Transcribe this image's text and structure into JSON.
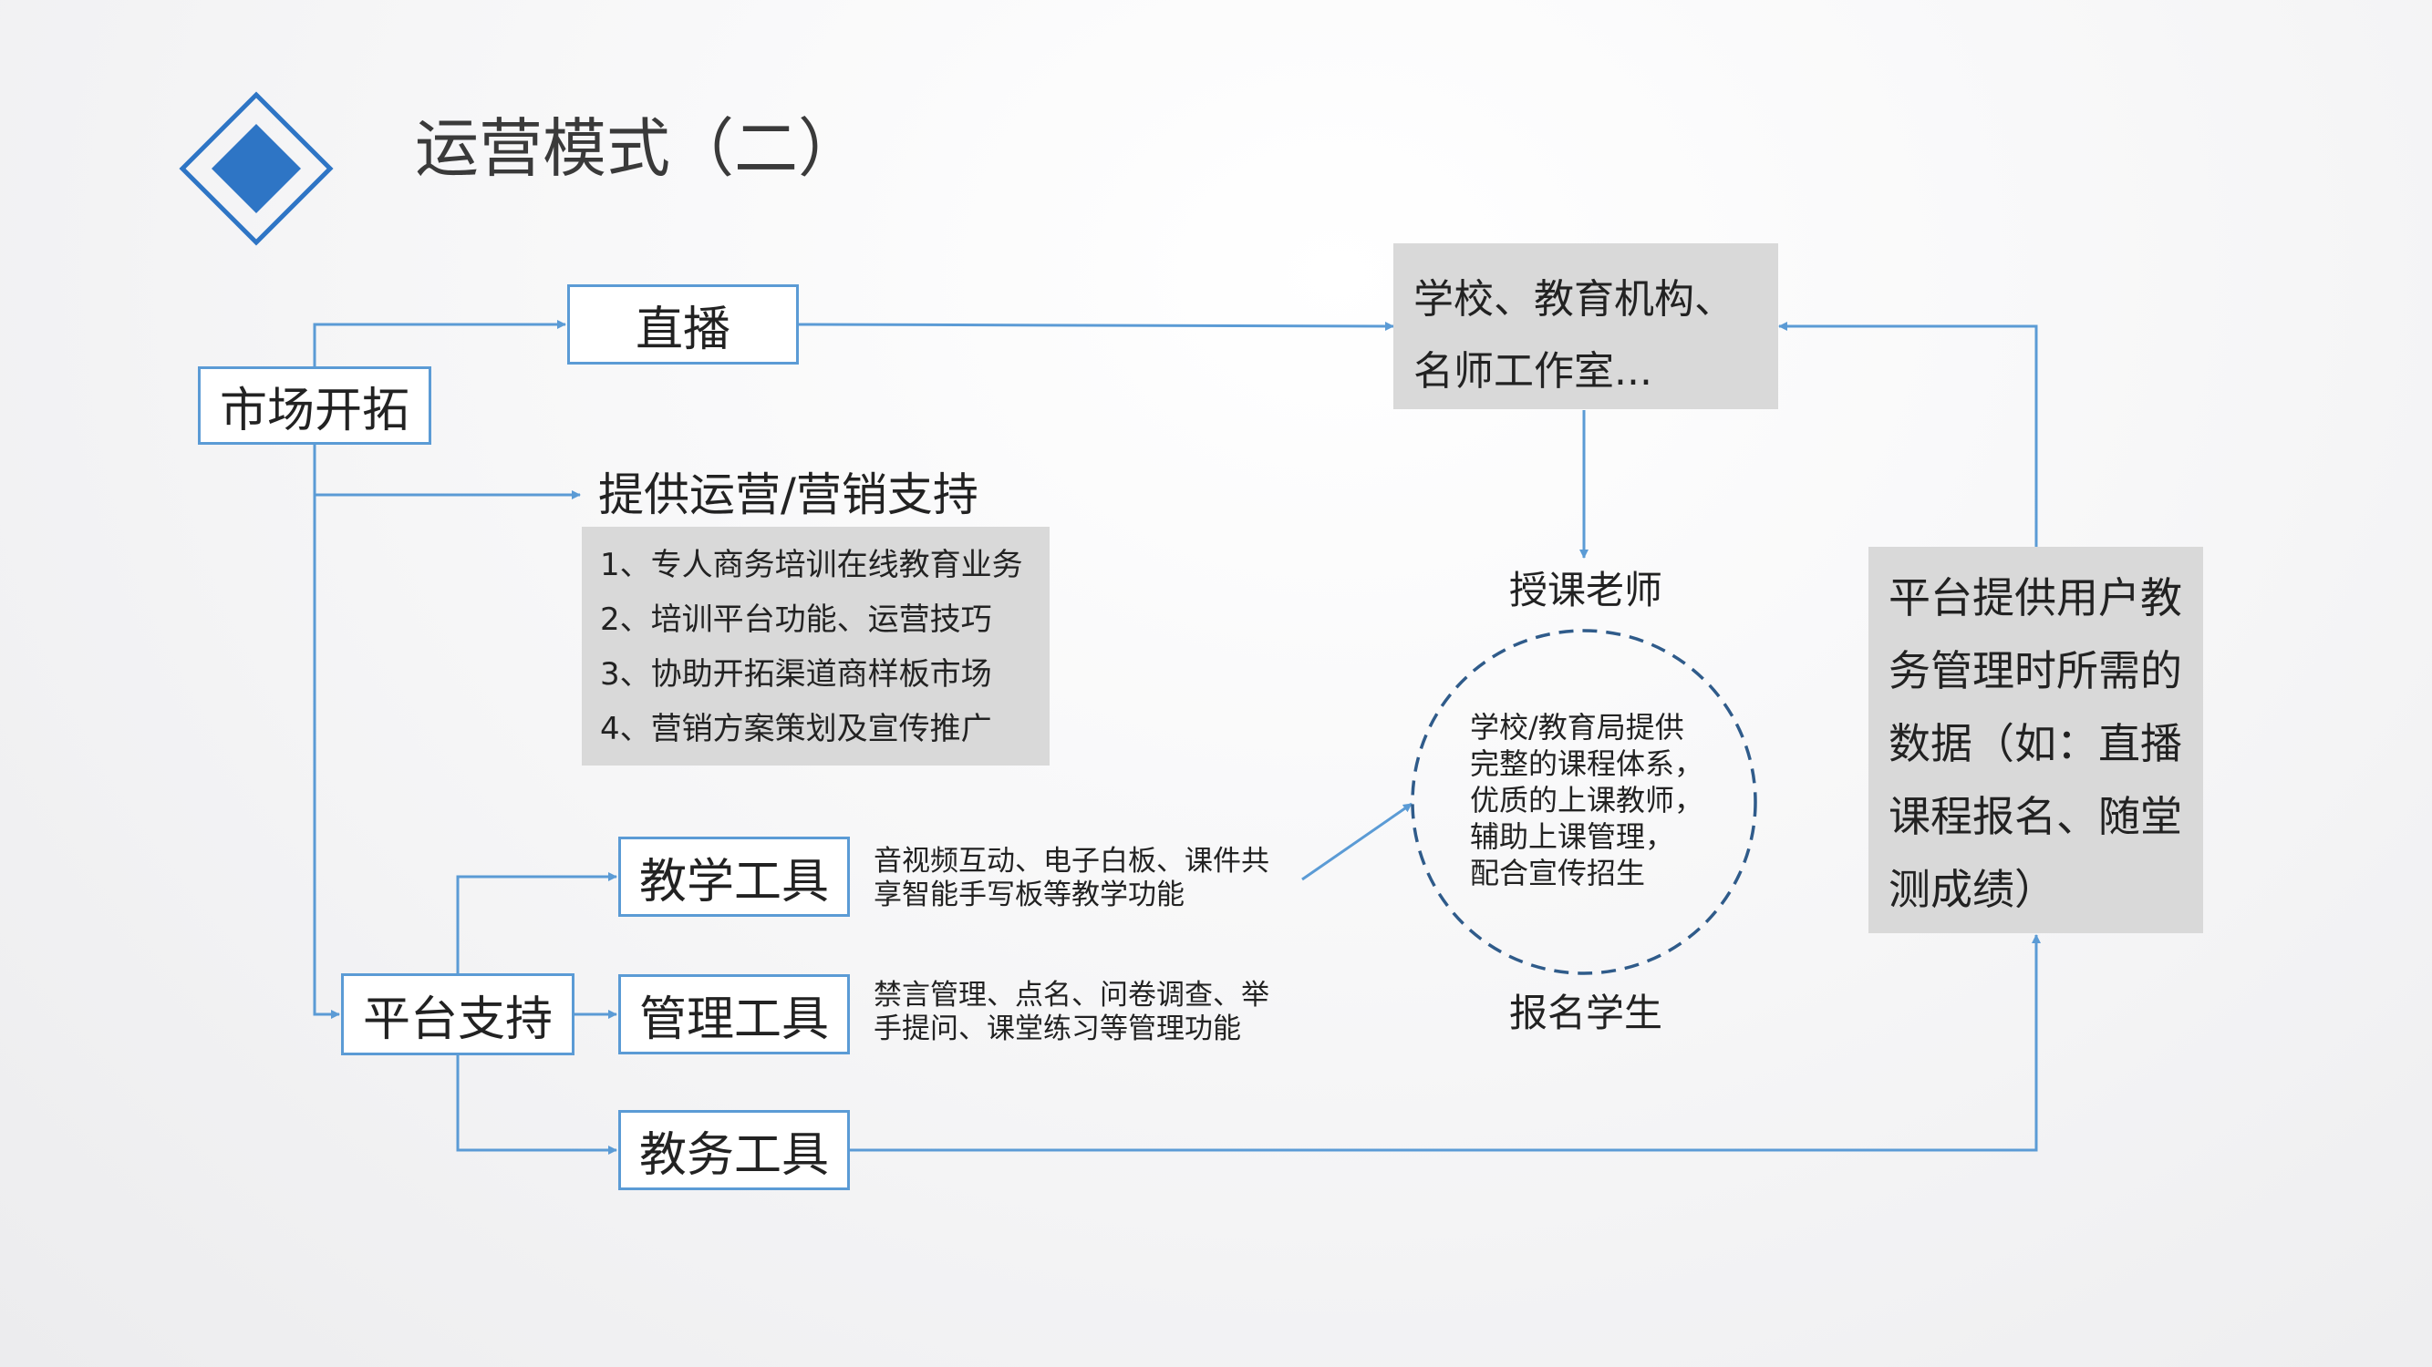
{
  "title": "运营模式（二）",
  "colors": {
    "accent": "#5b9bd5",
    "logo_fill": "#2e75c5",
    "gray_panel": "#d9d9d9"
  },
  "nodes": {
    "market": "市场开拓",
    "live": "直播",
    "schools": [
      "学校、教育机构、",
      "名师工作室..."
    ],
    "ops_support_heading": "提供运营/营销支持",
    "ops_support_items": [
      "1、专人商务培训在线教育业务",
      "2、培训平台功能、运营技巧",
      "3、协助开拓渠道商样板市场",
      "4、营销方案策划及宣传推广"
    ],
    "platform": "平台支持",
    "teach_tool": "教学工具",
    "manage_tool": "管理工具",
    "admin_tool": "教务工具",
    "teach_desc": [
      "音视频互动、电子白板、课件共",
      "享智能手写板等教学功能"
    ],
    "manage_desc": [
      "禁言管理、点名、问卷调查、举",
      "手提问、课堂练习等管理功能"
    ],
    "teacher_label": "授课老师",
    "student_label": "报名学生",
    "circle_text": [
      "学校/教育局提供",
      "完整的课程体系，",
      "优质的上课教师，",
      "辅助上课管理，",
      "配合宣传招生"
    ],
    "data_panel": [
      "平台提供用户教",
      "务管理时所需的",
      "数据（如：直播",
      "课程报名、随堂",
      "测成绩）"
    ]
  },
  "icons": {
    "logo": "diamond-icon"
  }
}
